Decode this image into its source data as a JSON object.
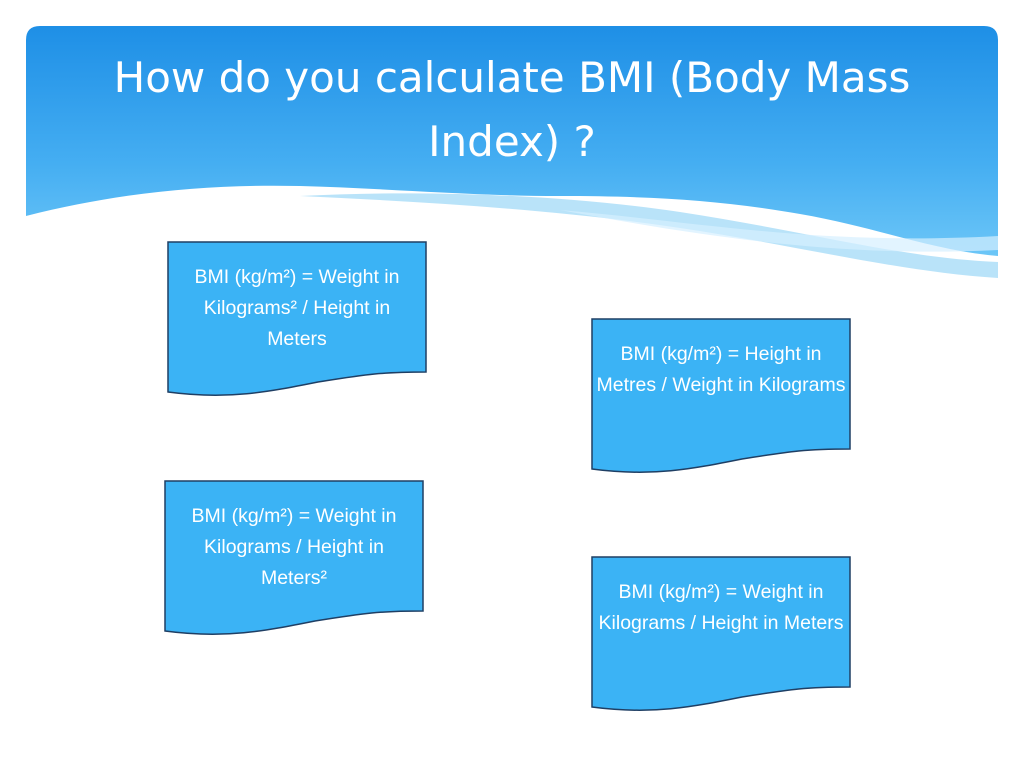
{
  "slide": {
    "title": "How do you calculate BMI (Body Mass Index) ?"
  },
  "options": [
    {
      "id": "option-1",
      "text": "BMI (kg/m²) = Weight in Kilograms² / Height in Meters"
    },
    {
      "id": "option-2",
      "text": "BMI (kg/m²) = Height in Metres / Weight in Kilograms"
    },
    {
      "id": "option-3",
      "text": "BMI (kg/m²) = Weight in Kilograms / Height in Meters²"
    },
    {
      "id": "option-4",
      "text": "BMI (kg/m²) = Weight in Kilograms / Height in Meters"
    }
  ],
  "colors": {
    "header_top": "#1e90e6",
    "header_bottom": "#5bbcf5",
    "card_fill": "#3bb3f5",
    "card_border": "#1f3f64",
    "text": "#ffffff"
  }
}
